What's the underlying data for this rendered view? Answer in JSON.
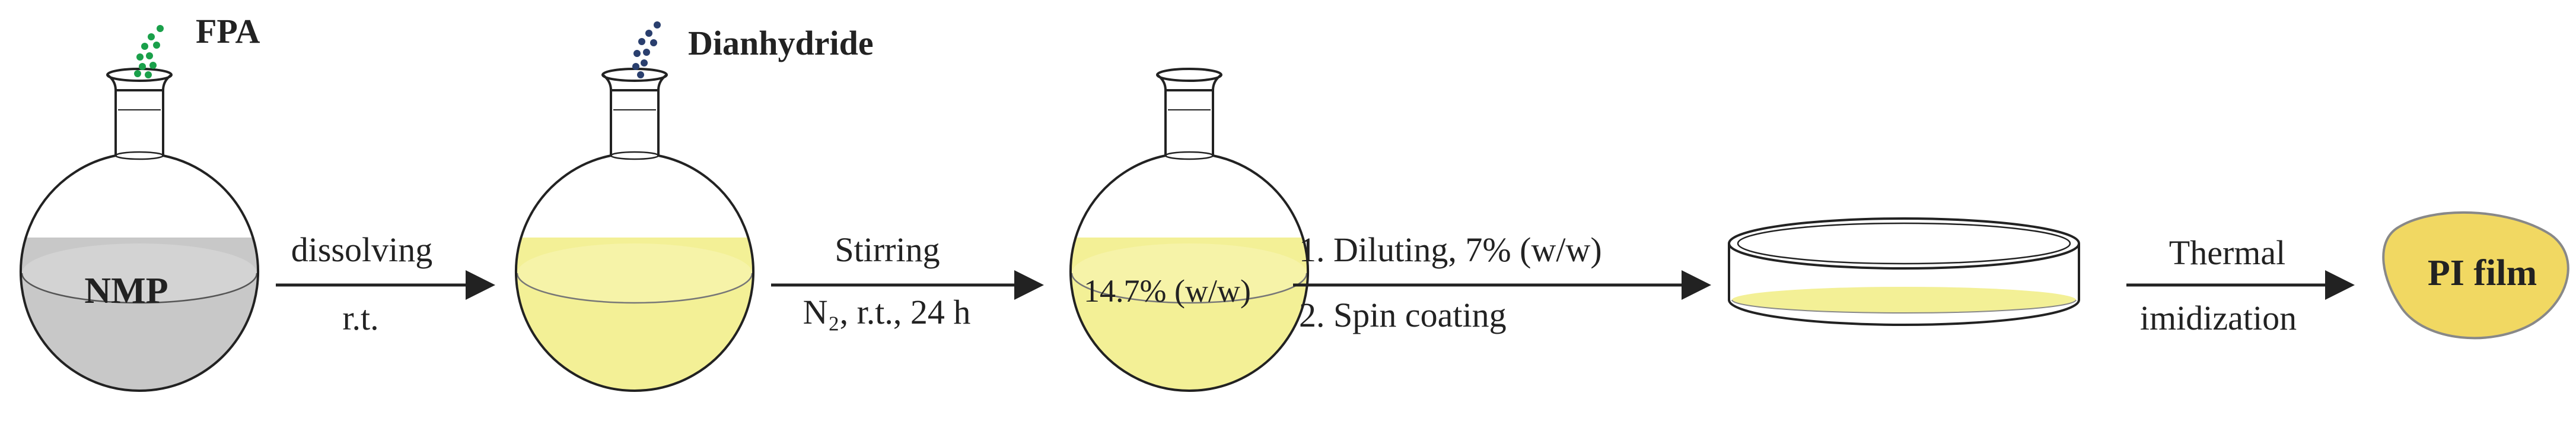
{
  "reagents": {
    "fpa_label": "FPA",
    "dianhydride_label": "Dianhydride"
  },
  "flasks": {
    "solvent_label": "NMP",
    "concentration_label": "14.7% (w/w)"
  },
  "steps": {
    "step1_top": "dissolving",
    "step1_bottom": "r.t.",
    "step2_top": "Stirring",
    "step2_bottom": "N₂, r.t., 24 h",
    "step3_top": "1.  Diluting, 7% (w/w)",
    "step3_bottom": "2. Spin coating",
    "step4_top": "Thermal",
    "step4_bottom": "imidization"
  },
  "product": {
    "label": "PI film"
  },
  "colors": {
    "outline": "#222222",
    "nmp_fill": "#c8c8c8",
    "solution_fill": "#f3f096",
    "film_fill": "#f1d862",
    "fpa_dots": "#1aa04a",
    "dianhydride_dots": "#2a3f6e"
  }
}
